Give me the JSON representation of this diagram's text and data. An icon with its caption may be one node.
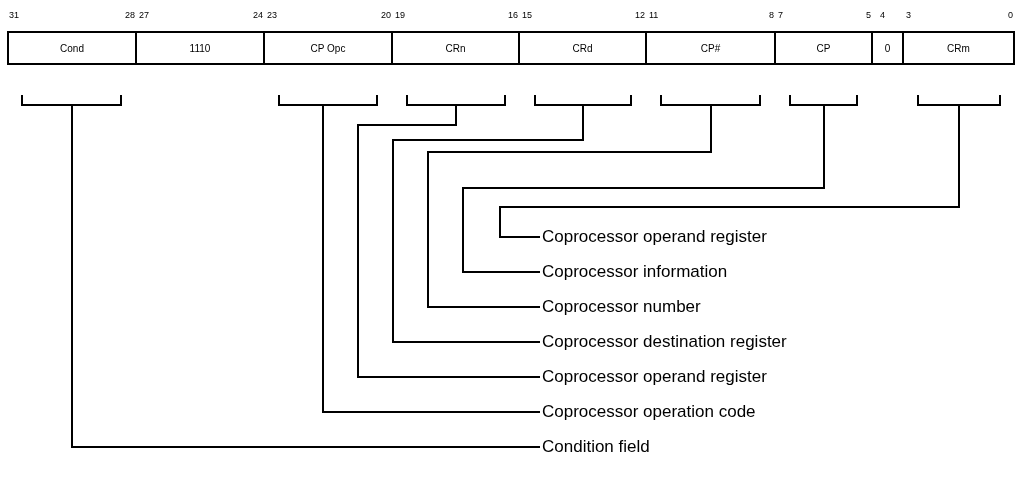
{
  "diagram": {
    "nodes": [
      {
        "text": [
          "Cond"
        ]
      },
      {
        "text": [
          "1110"
        ]
      },
      {
        "text": [
          "CP Opc"
        ]
      },
      {
        "text": [
          "CRn"
        ]
      },
      {
        "text": [
          "CRd"
        ]
      },
      {
        "text": [
          "CP#"
        ]
      },
      {
        "text": [
          "CP"
        ]
      },
      {
        "text": [
          "0"
        ]
      },
      {
        "text": [
          "CRm"
        ]
      },
      {
        "text": [
          "Coprocessor operand register"
        ]
      },
      {
        "text": [
          "Coprocessor information"
        ]
      },
      {
        "text": [
          "Coprocessor number"
        ]
      },
      {
        "text": [
          "Coprocessor destination register"
        ]
      },
      {
        "text": [
          "Coprocessor operand register"
        ]
      },
      {
        "text": [
          "Coprocessor operation code"
        ]
      },
      {
        "text": [
          "Condition field"
        ]
      }
    ],
    "edges": [
      {
        "from": 9,
        "to": 8,
        "arrow": "none"
      },
      {
        "from": 10,
        "to": 6,
        "arrow": "none"
      },
      {
        "from": 11,
        "to": 5,
        "arrow": "none"
      },
      {
        "from": 12,
        "to": 4,
        "arrow": "none"
      },
      {
        "from": 13,
        "to": 3,
        "arrow": "none"
      },
      {
        "from": 14,
        "to": 2,
        "arrow": "none"
      },
      {
        "from": 15,
        "to": 0,
        "arrow": "none"
      }
    ],
    "labels": [
      "31",
      "28",
      "27",
      "24",
      "23",
      "20",
      "19",
      "16",
      "15",
      "12",
      "11",
      "8",
      "7",
      "5",
      "4",
      "3",
      "0"
    ]
  }
}
